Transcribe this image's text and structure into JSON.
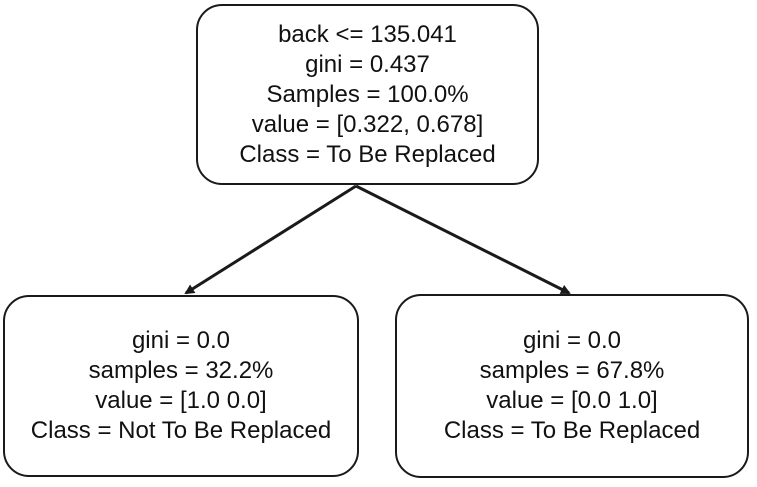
{
  "tree": {
    "root": {
      "lines": [
        "back <= 135.041",
        "gini = 0.437",
        "Samples = 100.0%",
        "value = [0.322, 0.678]",
        "Class = To Be Replaced"
      ]
    },
    "left": {
      "lines": [
        "gini = 0.0",
        "samples = 32.2%",
        "value = [1.0 0.0]",
        "Class = Not To Be Replaced"
      ]
    },
    "right": {
      "lines": [
        "gini = 0.0",
        "samples = 67.8%",
        "value = [0.0 1.0]",
        "Class = To Be Replaced"
      ]
    }
  },
  "colors": {
    "stroke": "#1a1a1a",
    "text": "#111111",
    "background": "#ffffff"
  }
}
